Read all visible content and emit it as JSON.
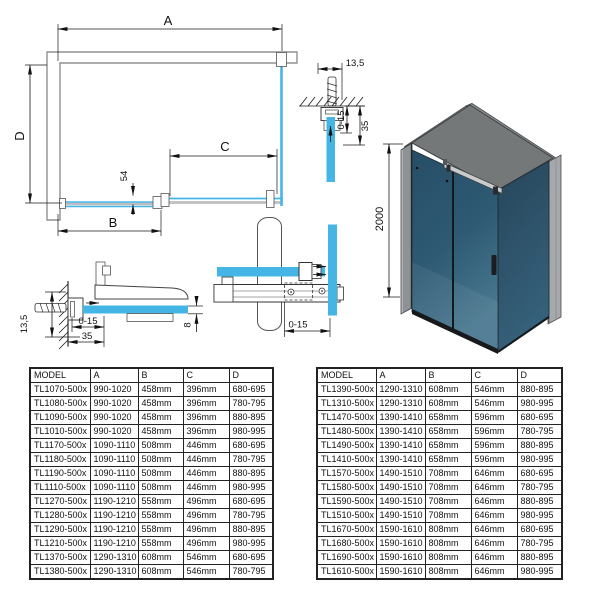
{
  "labels": {
    "A": "A",
    "B": "B",
    "C": "C",
    "D": "D",
    "n54": "54",
    "n135": "13,5",
    "n015": "0-15",
    "n35": "35",
    "n8": "8",
    "n2000": "2000"
  },
  "colors": {
    "glass_blue": "#45b5e6",
    "iso_glass_front": "#2e5a74",
    "iso_glass_side": "#2b4c61",
    "iso_top_face": "#757879",
    "wall_gray": "#9a9da0",
    "line": "#1a1a1a"
  },
  "tables": {
    "left": {
      "columns": [
        "MODEL",
        "A",
        "B",
        "C",
        "D"
      ],
      "rows": [
        [
          "TL1070-500x",
          "990-1020",
          "458mm",
          "396mm",
          "680-695"
        ],
        [
          "TL1080-500x",
          "990-1020",
          "458mm",
          "396mm",
          "780-795"
        ],
        [
          "TL1090-500x",
          "990-1020",
          "458mm",
          "396mm",
          "880-895"
        ],
        [
          "TL1010-500x",
          "990-1020",
          "458mm",
          "396mm",
          "980-995"
        ],
        [
          "TL1170-500x",
          "1090-1110",
          "508mm",
          "446mm",
          "680-695"
        ],
        [
          "TL1180-500x",
          "1090-1110",
          "508mm",
          "446mm",
          "780-795"
        ],
        [
          "TL1190-500x",
          "1090-1110",
          "508mm",
          "446mm",
          "880-895"
        ],
        [
          "TL1110-500x",
          "1090-1110",
          "508mm",
          "446mm",
          "980-995"
        ],
        [
          "TL1270-500x",
          "1190-1210",
          "558mm",
          "496mm",
          "680-695"
        ],
        [
          "TL1280-500x",
          "1190-1210",
          "558mm",
          "496mm",
          "780-795"
        ],
        [
          "TL1290-500x",
          "1190-1210",
          "558mm",
          "496mm",
          "880-895"
        ],
        [
          "TL1210-500x",
          "1190-1210",
          "558mm",
          "496mm",
          "980-995"
        ],
        [
          "TL1370-500x",
          "1290-1310",
          "608mm",
          "546mm",
          "680-695"
        ],
        [
          "TL1380-500x",
          "1290-1310",
          "608mm",
          "546mm",
          "780-795"
        ]
      ]
    },
    "right": {
      "columns": [
        "MODEL",
        "A",
        "B",
        "C",
        "D"
      ],
      "rows": [
        [
          "TL1390-500x",
          "1290-1310",
          "608mm",
          "546mm",
          "880-895"
        ],
        [
          "TL1310-500x",
          "1290-1310",
          "608mm",
          "546mm",
          "980-995"
        ],
        [
          "TL1470-500x",
          "1390-1410",
          "658mm",
          "596mm",
          "680-695"
        ],
        [
          "TL1480-500x",
          "1390-1410",
          "658mm",
          "596mm",
          "780-795"
        ],
        [
          "TL1490-500x",
          "1390-1410",
          "658mm",
          "596mm",
          "880-895"
        ],
        [
          "TL1410-500x",
          "1390-1410",
          "658mm",
          "596mm",
          "980-995"
        ],
        [
          "TL1570-500x",
          "1490-1510",
          "708mm",
          "646mm",
          "680-695"
        ],
        [
          "TL1580-500x",
          "1490-1510",
          "708mm",
          "646mm",
          "780-795"
        ],
        [
          "TL1590-500x",
          "1490-1510",
          "708mm",
          "646mm",
          "880-895"
        ],
        [
          "TL1510-500x",
          "1490-1510",
          "708mm",
          "646mm",
          "980-995"
        ],
        [
          "TL1670-500x",
          "1590-1610",
          "808mm",
          "646mm",
          "680-695"
        ],
        [
          "TL1680-500x",
          "1590-1610",
          "808mm",
          "646mm",
          "780-795"
        ],
        [
          "TL1690-500x",
          "1590-1610",
          "808mm",
          "646mm",
          "880-895"
        ],
        [
          "TL1610-500x",
          "1590-1610",
          "808mm",
          "646mm",
          "980-995"
        ]
      ]
    }
  }
}
